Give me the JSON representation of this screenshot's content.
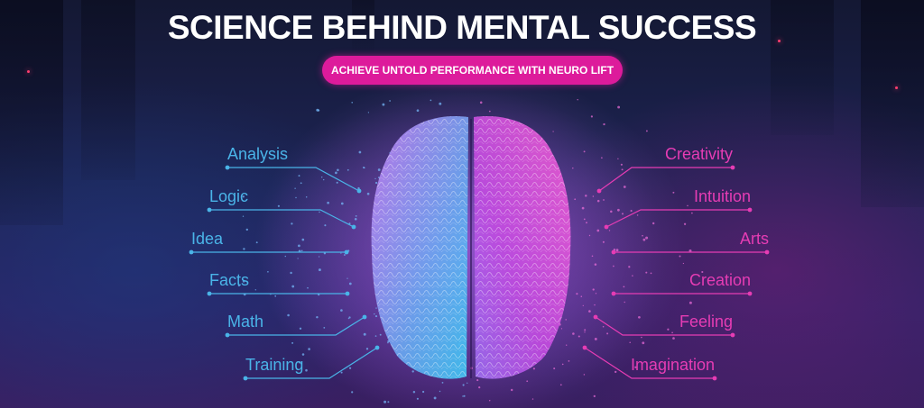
{
  "header": {
    "title": "SCIENCE BEHIND MENTAL SUCCESS",
    "subtitle_button": "ACHIEVE UNTOLD PERFORMANCE WITH NEURO LIFT"
  },
  "left_labels": [
    "Analysis",
    "Logic",
    "Idea",
    "Facts",
    "Math",
    "Training"
  ],
  "right_labels": [
    "Creativity",
    "Intuition",
    "Arts",
    "Creation",
    "Feeling",
    "Imagination"
  ],
  "colors": {
    "left_accent": "#4ab4e8",
    "right_accent": "#e63cb4",
    "pill": "#dd1b9b",
    "title": "#ffffff"
  },
  "icons": {
    "brain": "brain-illustration"
  }
}
